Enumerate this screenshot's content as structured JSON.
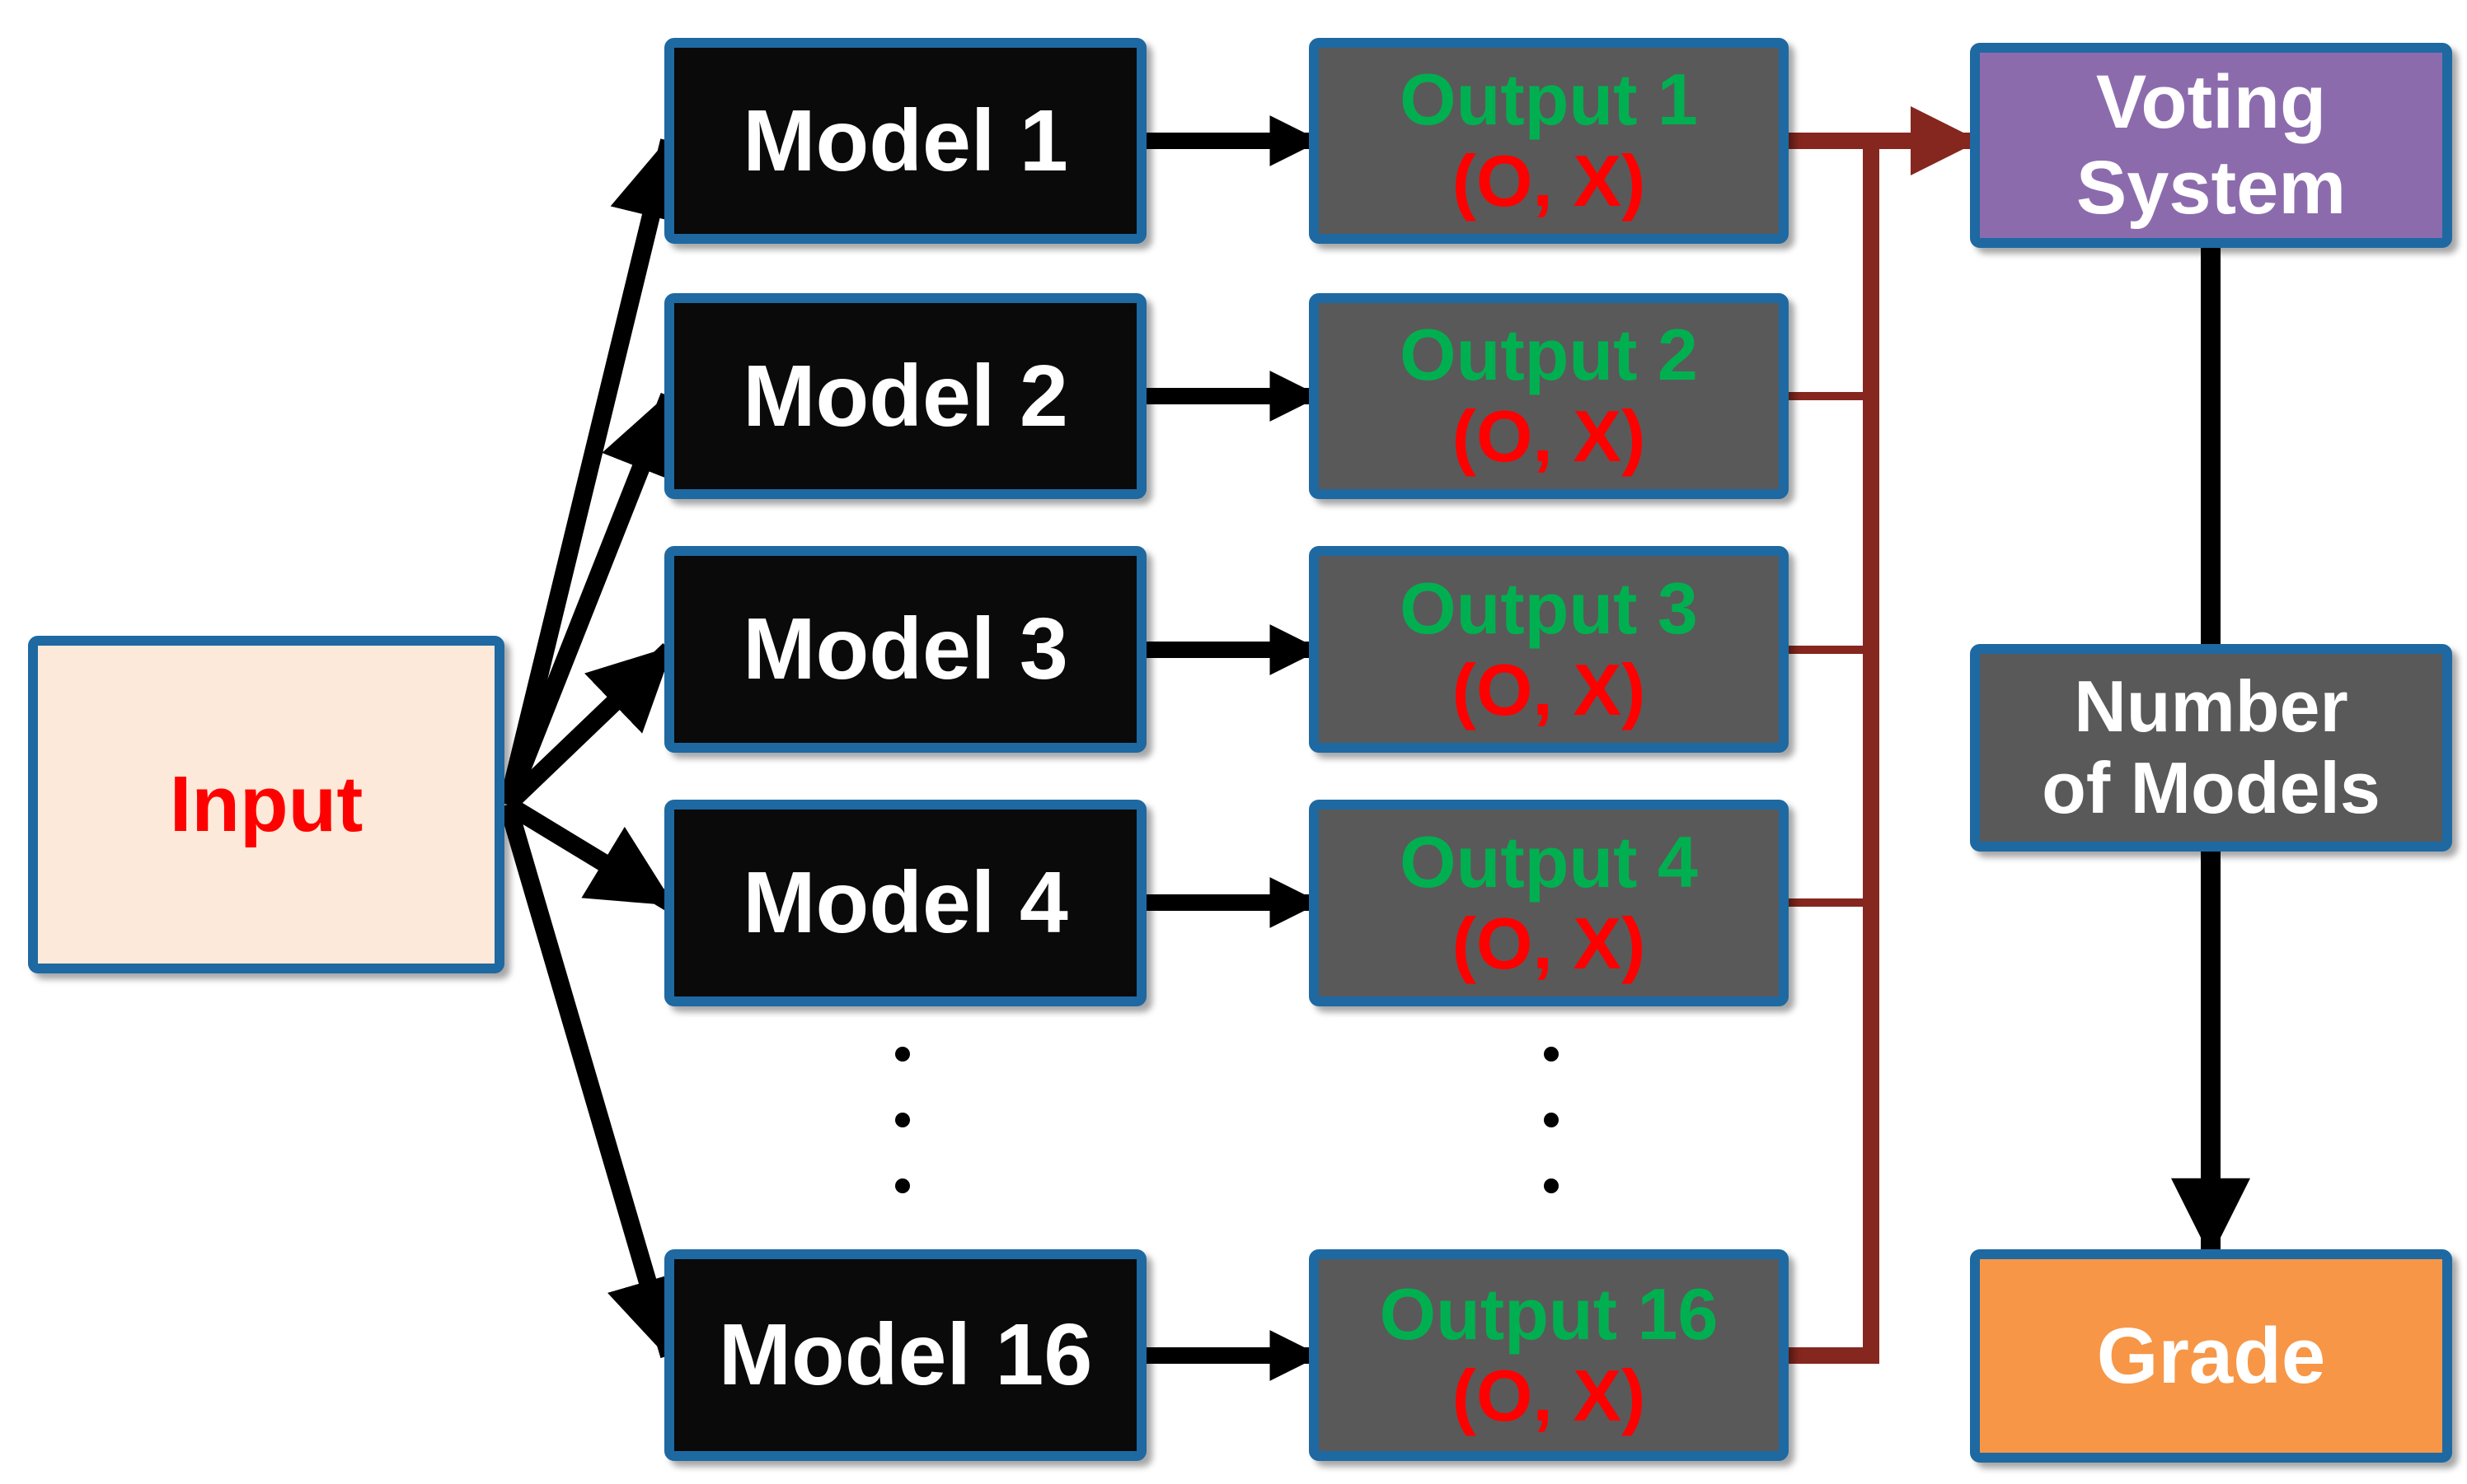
{
  "diagram": {
    "description": "Ensemble voting system diagram",
    "background": "#ffffff"
  },
  "colors": {
    "border_blue": "#1e69a2",
    "model_fill": "#0a0a0a",
    "output_fill": "#595959",
    "input_fill": "#fce9d9",
    "voting_fill": "#8c6bad",
    "number_fill": "#595959",
    "grade_fill": "#f79646",
    "arrow_black": "#000000",
    "connector_maroon": "#85271f",
    "text_green": "#00b050",
    "text_red": "#ff0000",
    "text_white": "#ffffff"
  },
  "nodes": {
    "input": {
      "label": "Input"
    },
    "models": [
      {
        "label": "Model 1"
      },
      {
        "label": "Model 2"
      },
      {
        "label": "Model 3"
      },
      {
        "label": "Model 4"
      },
      {
        "label": "Model 16"
      }
    ],
    "outputs": [
      {
        "label": "Output 1",
        "sub": "(O, X)"
      },
      {
        "label": "Output 2",
        "sub": "(O, X)"
      },
      {
        "label": "Output 3",
        "sub": "(O, X)"
      },
      {
        "label": "Output 4",
        "sub": "(O, X)"
      },
      {
        "label": "Output 16",
        "sub": "(O, X)"
      }
    ],
    "voting_system": {
      "label": "Voting\nSystem"
    },
    "number_of_models": {
      "label": "Number\nof Models"
    },
    "grade": {
      "label": "Grade"
    }
  },
  "ellipsis": {
    "dots_per_column": 3,
    "columns": 2
  }
}
